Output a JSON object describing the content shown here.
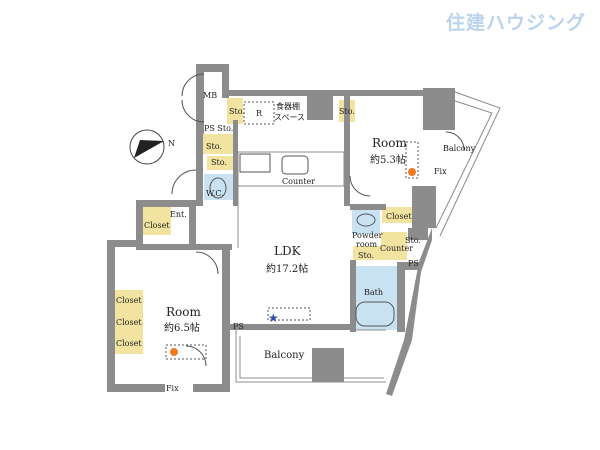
{
  "brand": "住建ハウジング",
  "compass": "N",
  "rooms": {
    "mb": "MB",
    "sto_top": "Sto.",
    "r": "R",
    "pantry_1": "食器棚",
    "pantry_2": "スペース",
    "ps_sto": "PS Sto.",
    "sto_a": "Sto.",
    "sto_b": "Sto.",
    "sto_right": "Sto.",
    "wc": "W.C.",
    "counter_kitchen": "Counter",
    "ent": "Ent.",
    "closet_ent": "Closet",
    "room1_name": "Room",
    "room1_size": "約5.3帖",
    "balcony_right": "Balcony",
    "fix_right": "Fix",
    "closet_room1": "Closet",
    "powder_1": "Powder",
    "powder_2": "room",
    "sto_powder": "Sto.",
    "sto_counter_1": "Sto.",
    "sto_counter_2": "Counter",
    "ps_bath": "PS",
    "bath": "Bath",
    "ldk_name": "LDK",
    "ldk_size": "約17.2帖",
    "room2_name": "Room",
    "room2_size": "約6.5帖",
    "closet_1": "Closet",
    "closet_2": "Closet",
    "closet_3": "Closet",
    "ps_ldk": "PS",
    "balcony_bottom": "Balcony",
    "fix_bottom": "Fix"
  },
  "colors": {
    "wall": "#8c8c8c",
    "storage": "#f2e3a0",
    "bath": "#c9e2f2",
    "marker_orange": "#ee7a22",
    "marker_blue": "#2a4fa8"
  }
}
